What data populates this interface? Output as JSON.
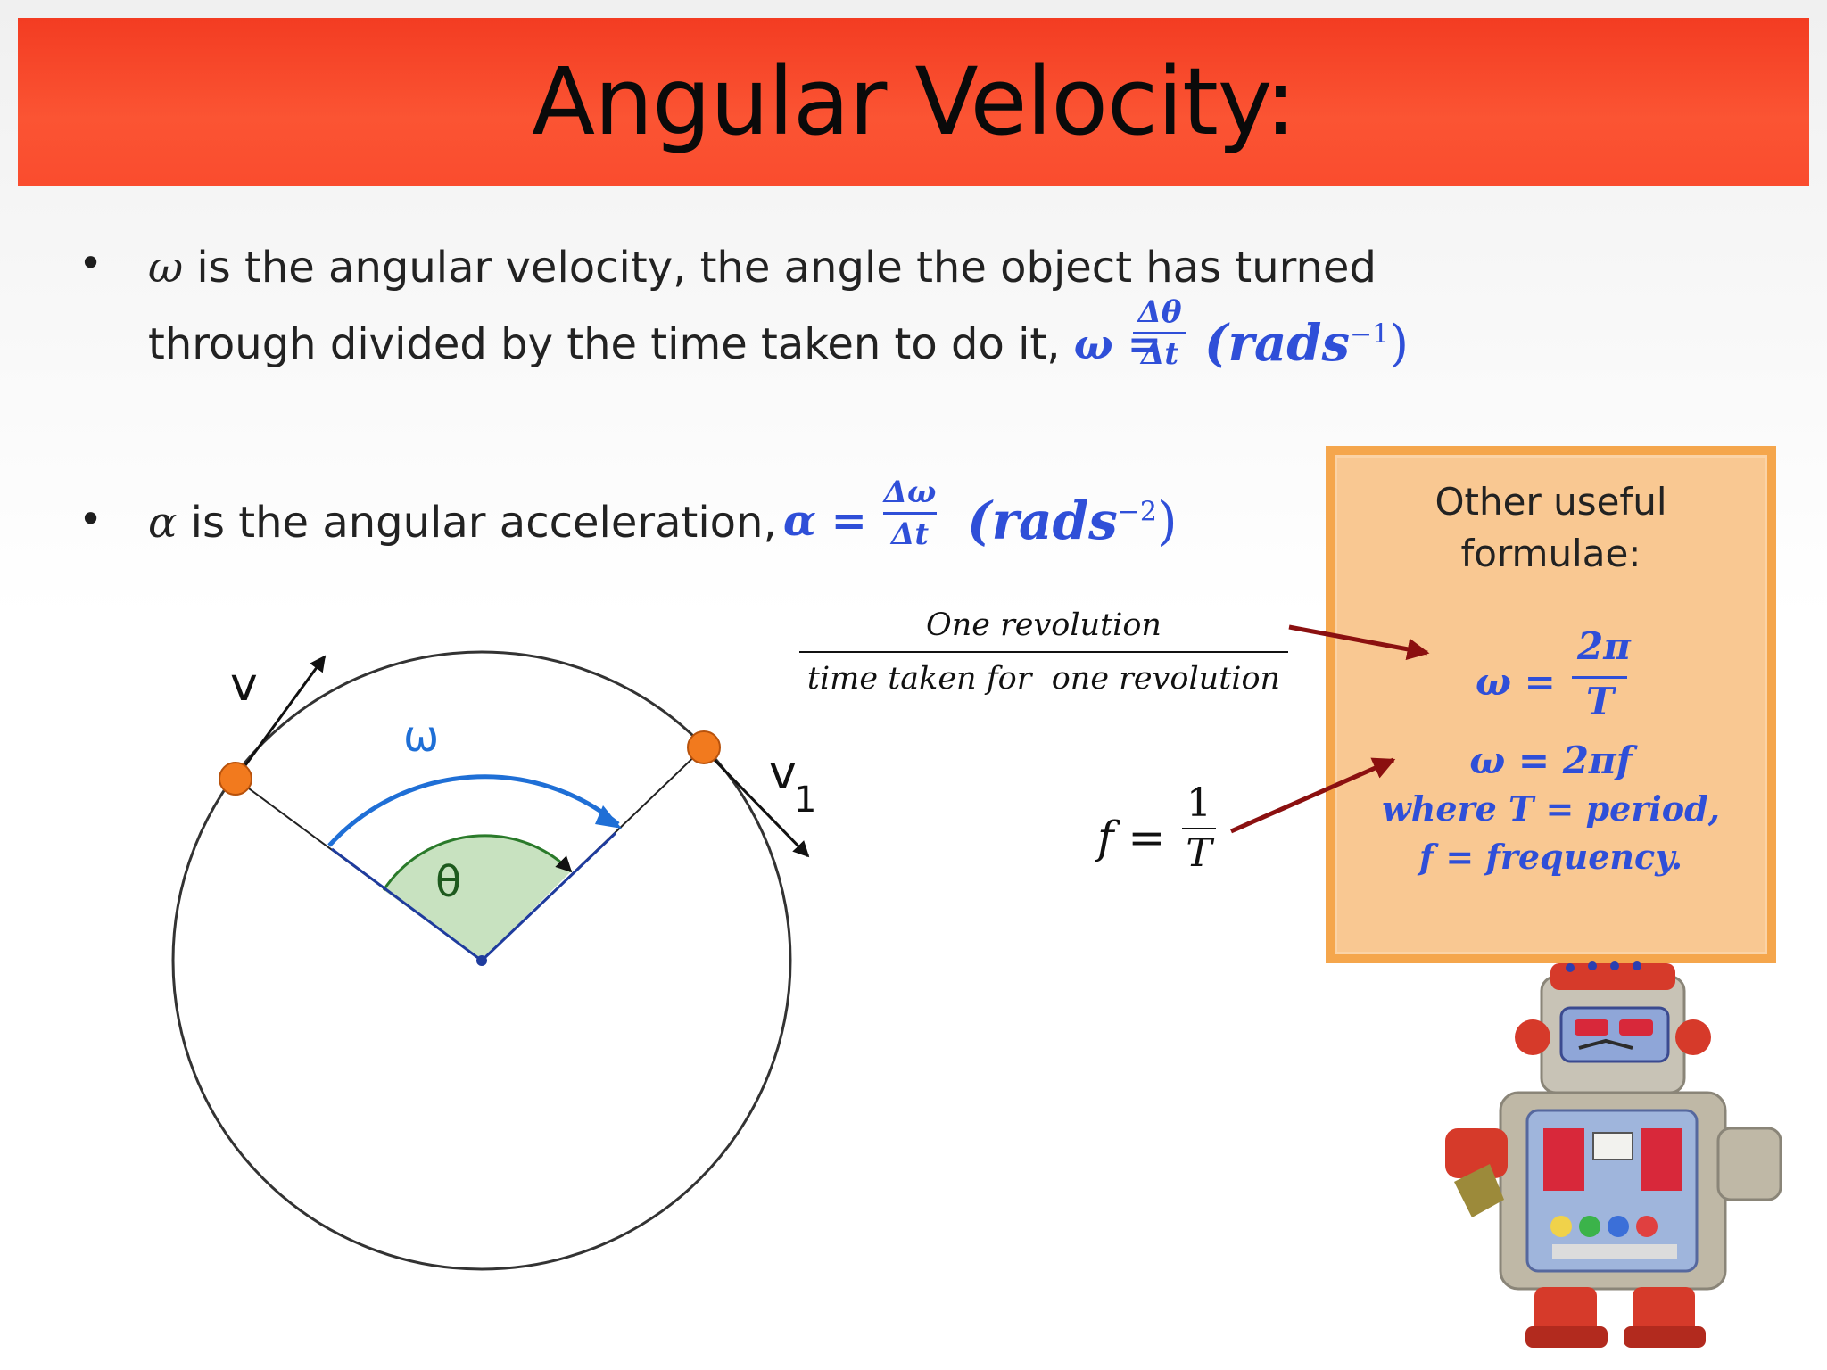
{
  "title": "Angular Velocity:",
  "bullet1": {
    "symbol": "ω",
    "line1_text": " is the angular velocity, the angle the object has turned",
    "line2_text": "through divided by the time taken to do it, ",
    "eq_lhs": "ω =",
    "frac_num": "Δθ",
    "frac_den": "Δt",
    "units": "(rads",
    "units_exp": "−1",
    "units_close": ")"
  },
  "bullet2": {
    "symbol": "α",
    "text": " is the angular acceleration,",
    "eq_lhs": "α =",
    "frac_num": "Δω",
    "frac_den": "Δt",
    "units": "(rads",
    "units_exp": "−2",
    "units_close": ")"
  },
  "revolution_fraction": {
    "numerator": "One revolution",
    "denominator": "time taken for  one revolution"
  },
  "frequency_fraction": {
    "lhs": "f =",
    "numerator": "1",
    "denominator": "T"
  },
  "formula_box": {
    "title_line1": "Other useful",
    "title_line2": "formulae:",
    "omega_lhs": "ω =",
    "omega_num": "2π",
    "omega_den": "T",
    "omega_2pif": "ω = 2πf",
    "where_line": "where T = period,",
    "freq_line": "f = frequency."
  },
  "diagram": {
    "label_v": "v",
    "label_v1": "v",
    "label_v1_sub": "1",
    "label_omega": "ω",
    "label_theta": "θ"
  },
  "colors": {
    "title_bar": "#f84a2c",
    "math_blue": "#2f4fd8",
    "box_fill": "#f9c892",
    "box_border": "#f5a64c",
    "arrow_red": "#8b1010",
    "sector_green": "#c8e2c0",
    "dot_orange": "#f27a1e"
  }
}
